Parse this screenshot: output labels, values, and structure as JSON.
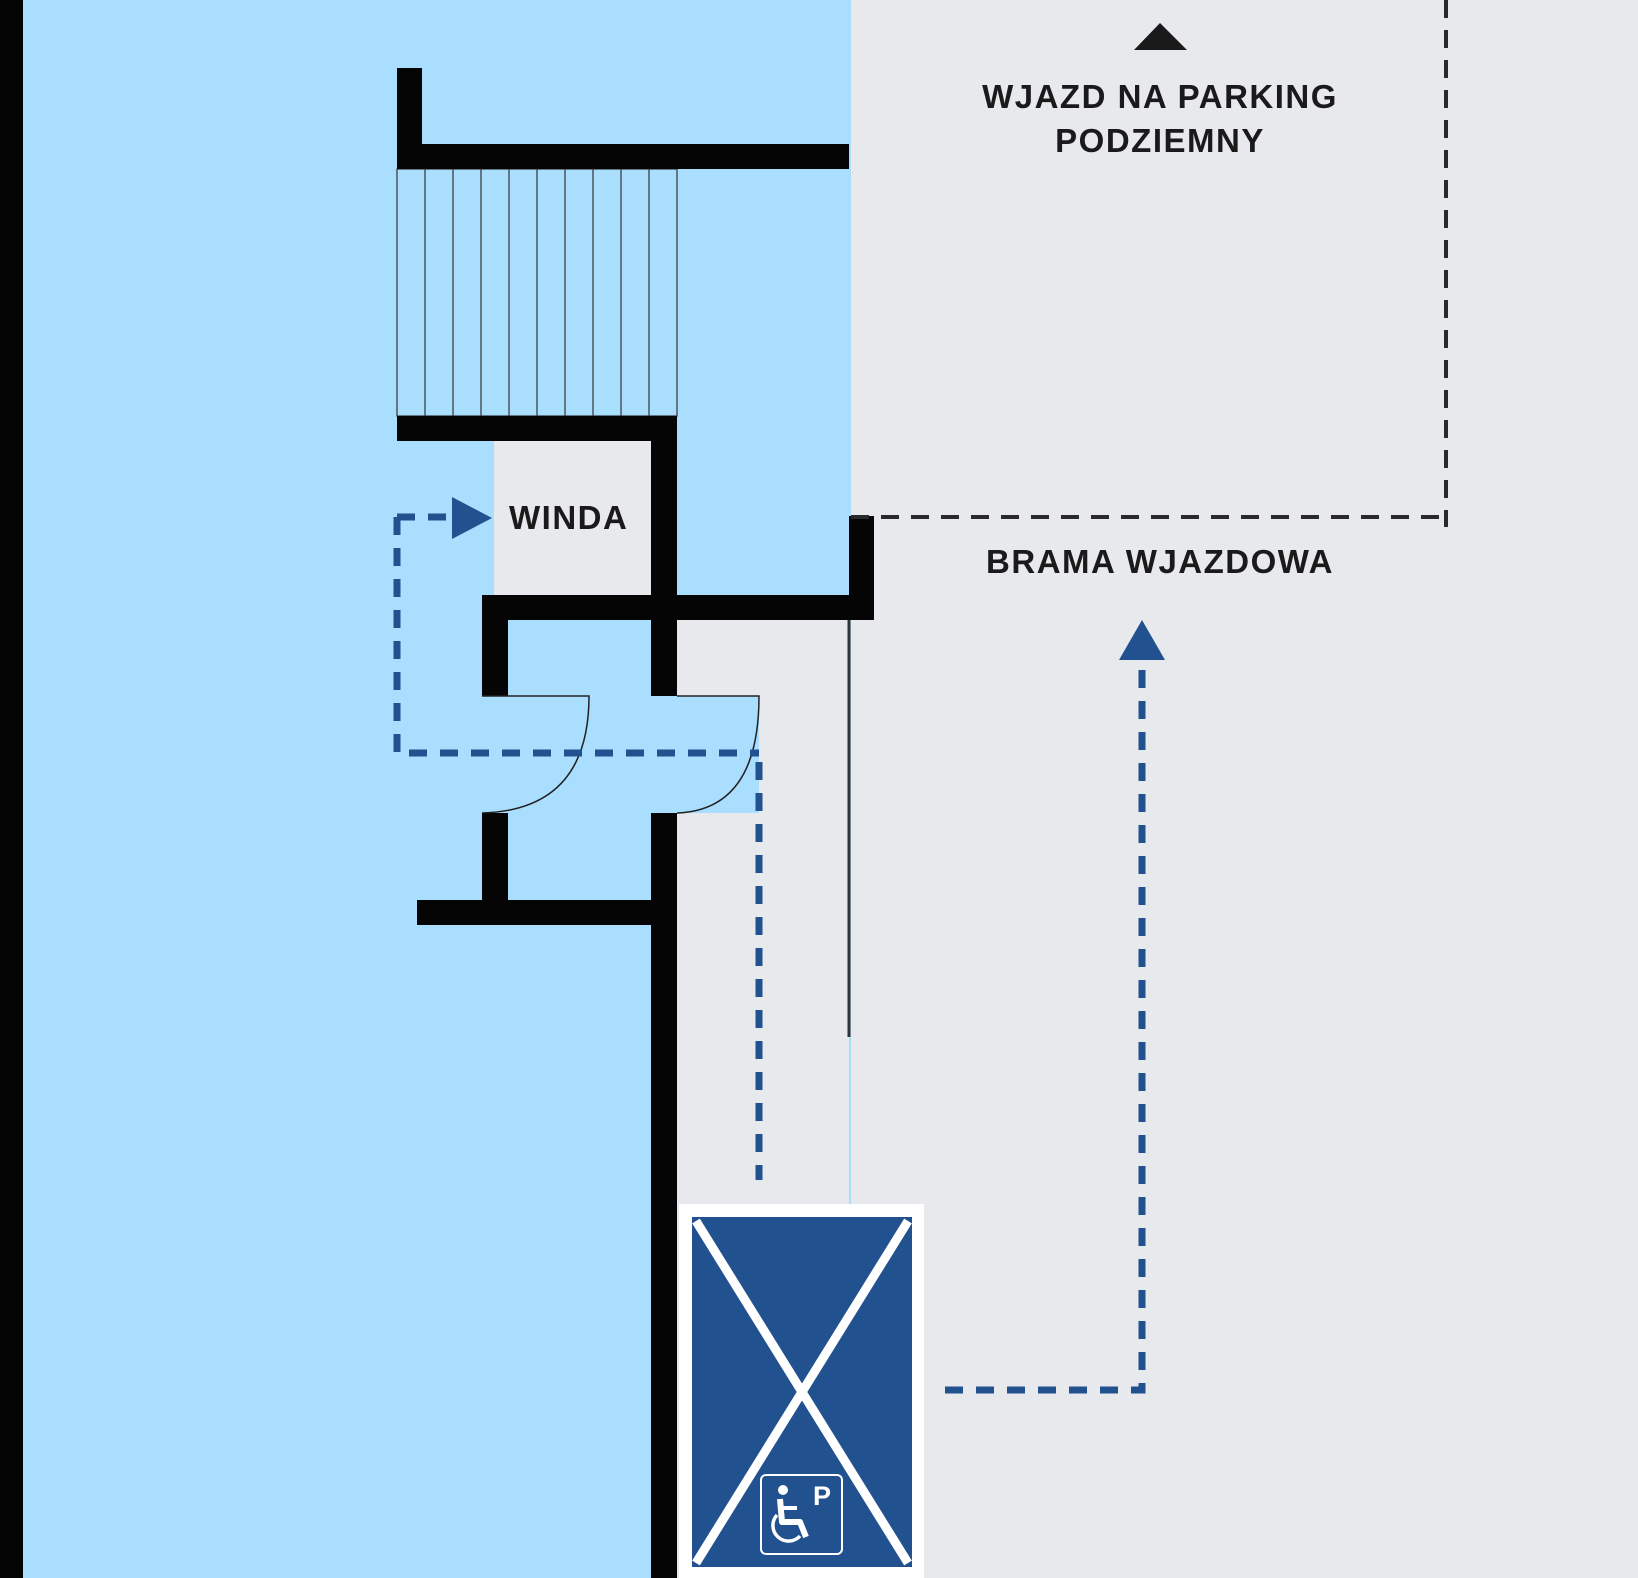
{
  "labels": {
    "parking_entrance_line1": "WJAZD NA PARKING",
    "parking_entrance_line2": "PODZIEMNY",
    "entrance_gate": "BRAMA WJAZDOWA",
    "elevator": "WINDA",
    "parking_sign_letter": "P"
  },
  "icons": [
    "up-arrow-icon",
    "route-arrow-icon",
    "wheelchair-icon"
  ],
  "colors": {
    "building": "#aadeff",
    "outdoor": "#e7e9ec",
    "wall": "#050505",
    "route": "#22518f",
    "parking_space": "#22518f"
  }
}
